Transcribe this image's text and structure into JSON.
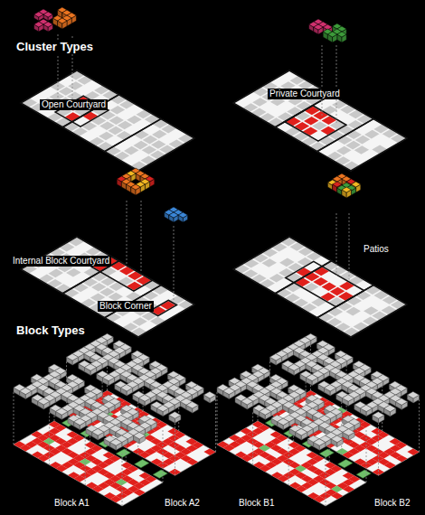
{
  "diagram": {
    "labels": [
      "Cluster Types",
      "Open Courtyard",
      "Private Courtyard",
      "Internal Block Courtyard",
      "Patios",
      "Block Corner",
      "Block Types",
      "Block A1",
      "Block A2",
      "Block B1",
      "Block B2"
    ]
  }
}
